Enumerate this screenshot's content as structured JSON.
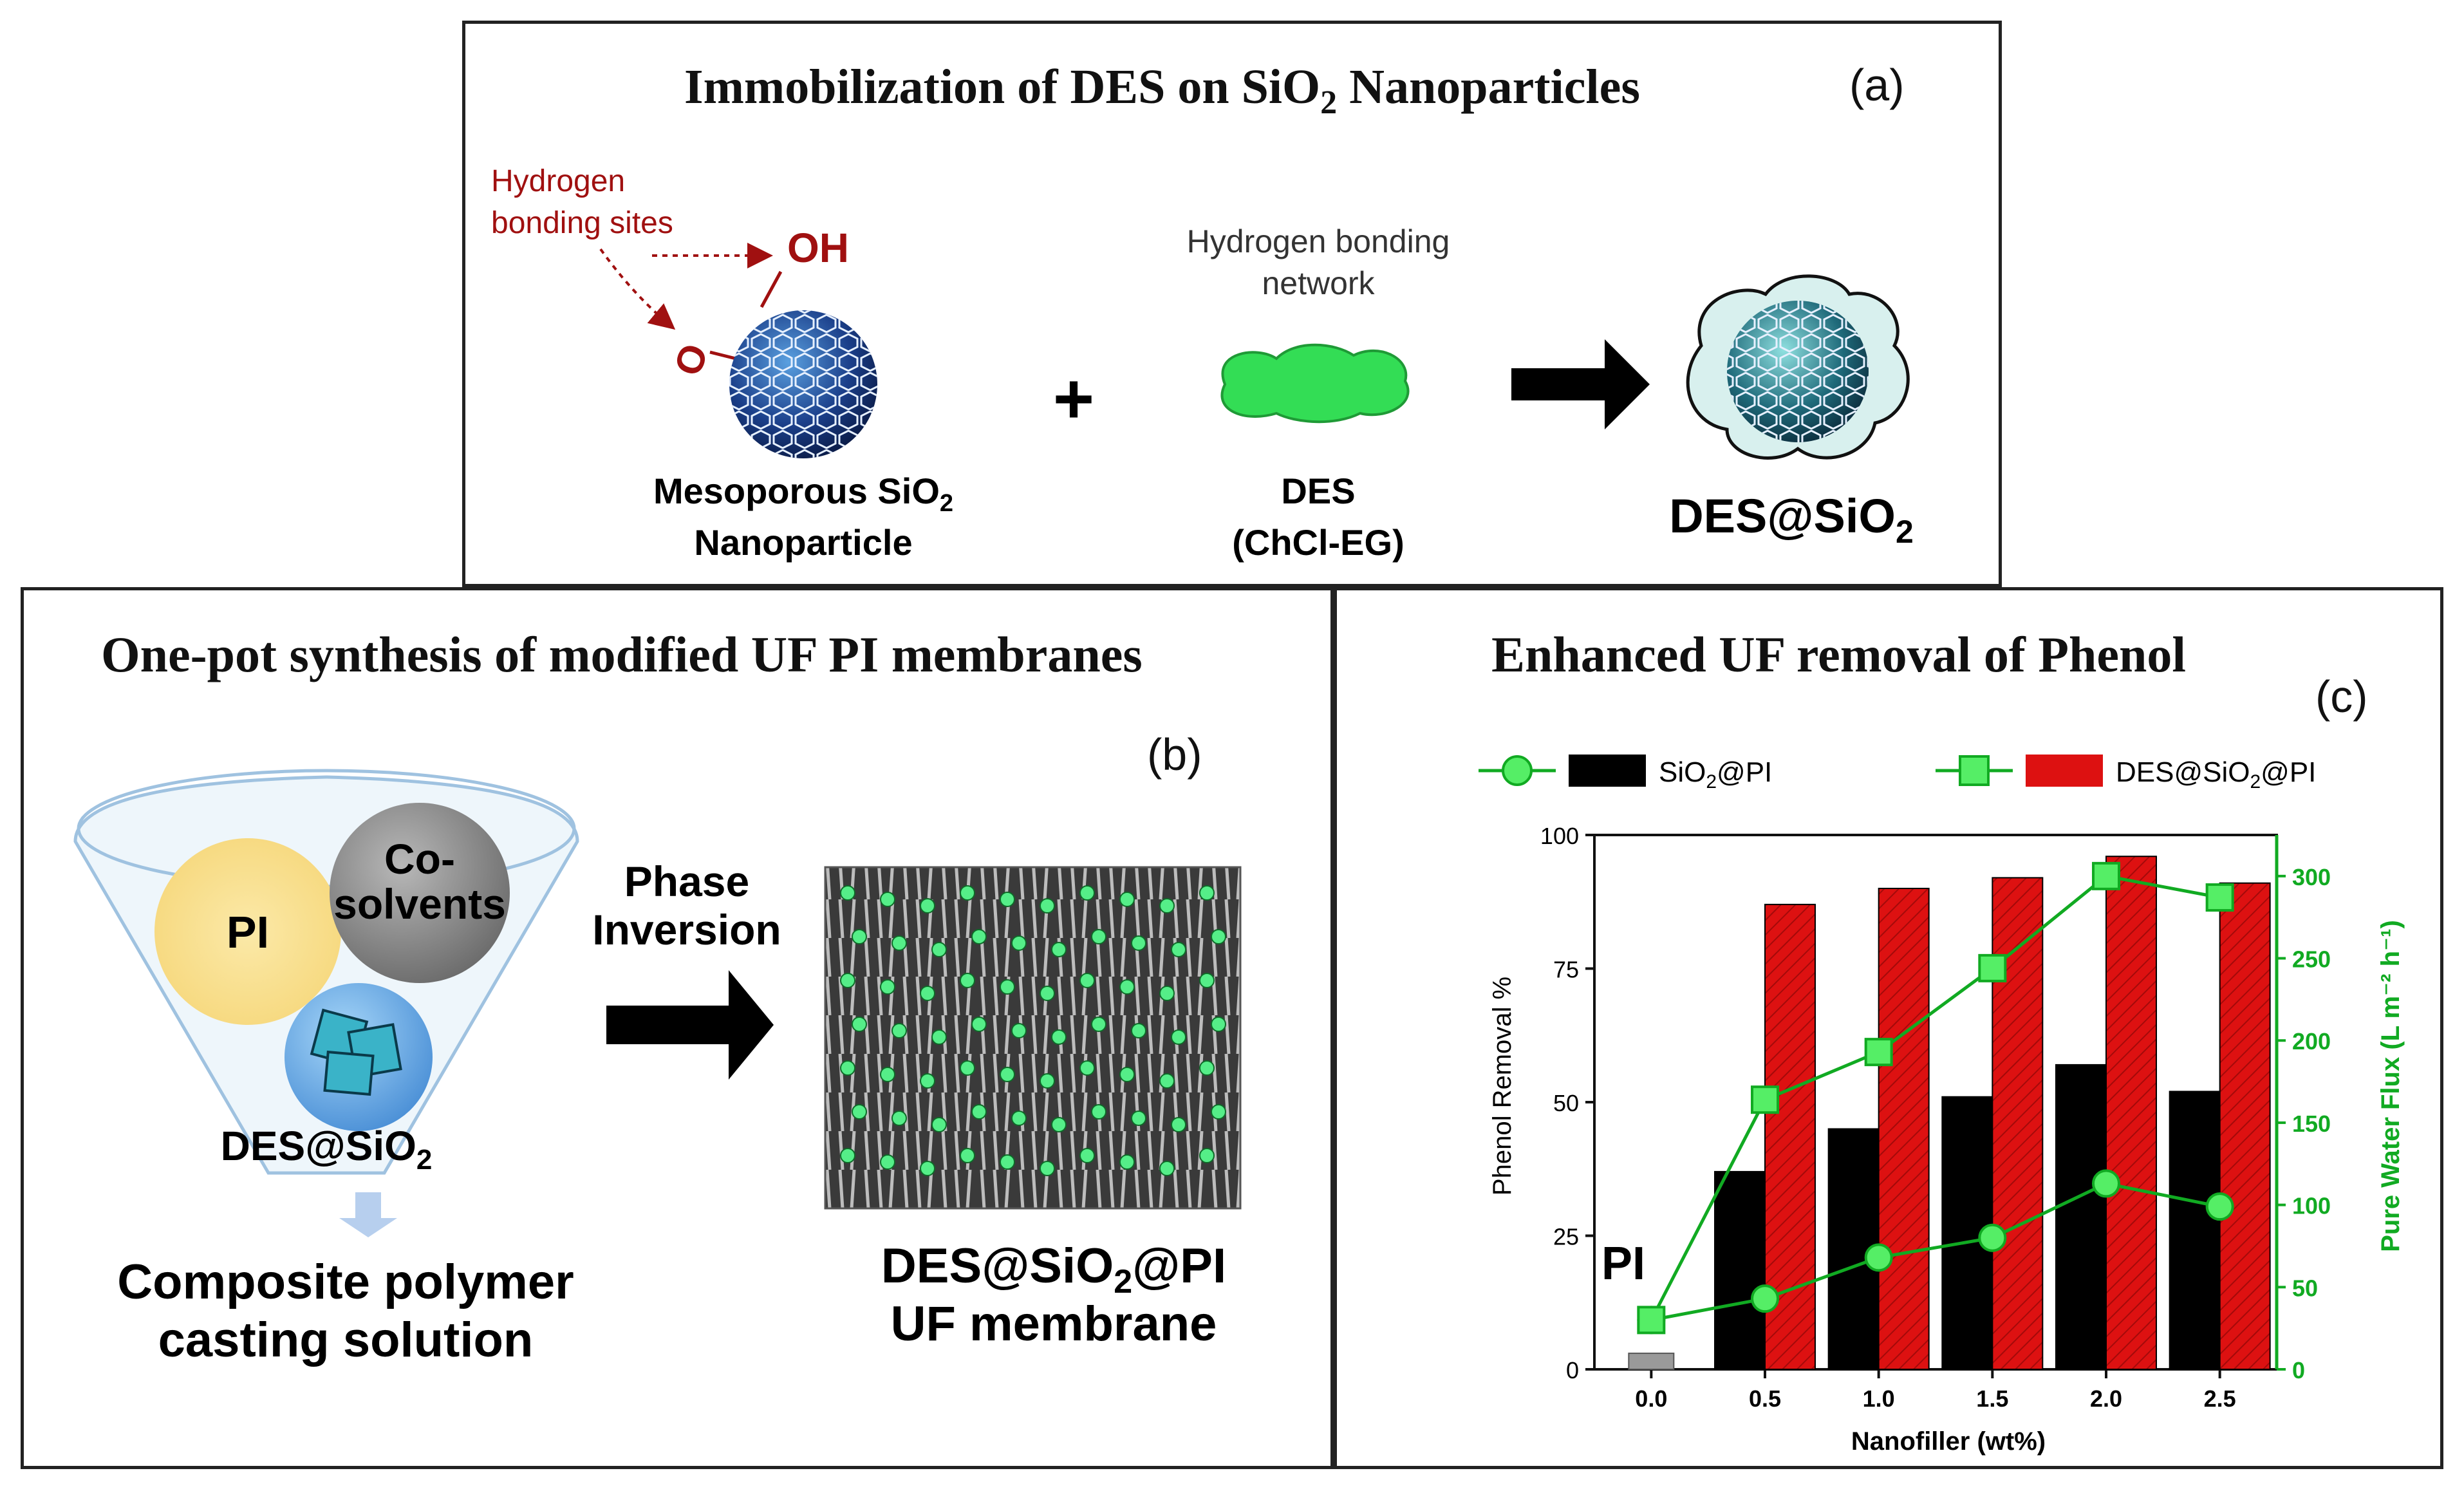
{
  "panel_a": {
    "title_prefix": "Immobilization of DES on SiO",
    "title_sub": "2",
    "title_suffix": " Nanoparticles",
    "tag": "(a)",
    "hb_sites_line1": "Hydrogen",
    "hb_sites_line2": "bonding sites",
    "oh_label": "OH",
    "o_label": "O",
    "particle_line1_prefix": "Mesoporous SiO",
    "particle_line1_sub": "2",
    "particle_line2": "Nanoparticle",
    "plus": "+",
    "network_line1": "Hydrogen bonding",
    "network_line2": "network",
    "des_line1": "DES",
    "des_line2": "(ChCl-EG)",
    "product_prefix": "DES@SiO",
    "product_sub": "2"
  },
  "panel_b": {
    "title": "One-pot synthesis of modified UF PI membranes",
    "tag": "(b)",
    "funnel_pi": "PI",
    "funnel_cosolvents_line1": "Co-",
    "funnel_cosolvents_line2": "solvents",
    "funnel_des_prefix": "DES@SiO",
    "funnel_des_sub": "2",
    "arrow_line1": "Phase",
    "arrow_line2": "Inversion",
    "casting_line1": "Composite polymer",
    "casting_line2": "casting solution",
    "membrane_line1_prefix": "DES@SiO",
    "membrane_line1_sub": "2",
    "membrane_line1_suffix": "@PI",
    "membrane_line2": "UF membrane"
  },
  "panel_c": {
    "title": "Enhanced UF removal of Phenol",
    "tag": "(c)",
    "pi_label": "PI"
  },
  "chart_data": {
    "type": "bar",
    "categories": [
      "0.0",
      "0.5",
      "1.0",
      "1.5",
      "2.0",
      "2.5"
    ],
    "xlabel": "Nanofiller (wt%)",
    "ylabel": "Phenol Removal %",
    "y2label": "Pure Water Flux (L m⁻² h⁻¹)",
    "ylim": [
      0,
      100
    ],
    "y2lim": [
      0,
      325
    ],
    "yticks": [
      "0",
      "25",
      "50",
      "75",
      "100"
    ],
    "y2ticks": [
      "0",
      "50",
      "100",
      "150",
      "200",
      "250",
      "300"
    ],
    "legend_sio2_prefix": "SiO",
    "legend_sio2_sub": "2",
    "legend_sio2_suffix": "@PI",
    "legend_des_prefix": "DES@SiO",
    "legend_des_sub": "2",
    "legend_des_suffix": "@PI",
    "legend_placement": "top",
    "pi_bar": 3,
    "bar_series": [
      {
        "name": "SiO2@PI",
        "values": [
          null,
          37,
          45,
          51,
          57,
          52
        ],
        "color": "#000000"
      },
      {
        "name": "DES@SiO2@PI",
        "values": [
          null,
          87,
          90,
          92,
          96,
          91
        ],
        "color": "#dd1111"
      }
    ],
    "line_series": [
      {
        "name": "SiO2@PI",
        "values": [
          30,
          43,
          68,
          80,
          113,
          99
        ],
        "color": "#11aa22",
        "marker": "circle"
      },
      {
        "name": "DES@SiO2@PI",
        "values": [
          30,
          164,
          193,
          244,
          300,
          287
        ],
        "color": "#11aa22",
        "marker": "square"
      }
    ],
    "colors": {
      "axis": "#111111",
      "flux_axis": "#11aa22",
      "pi_bar": "#9a9a9a"
    }
  }
}
